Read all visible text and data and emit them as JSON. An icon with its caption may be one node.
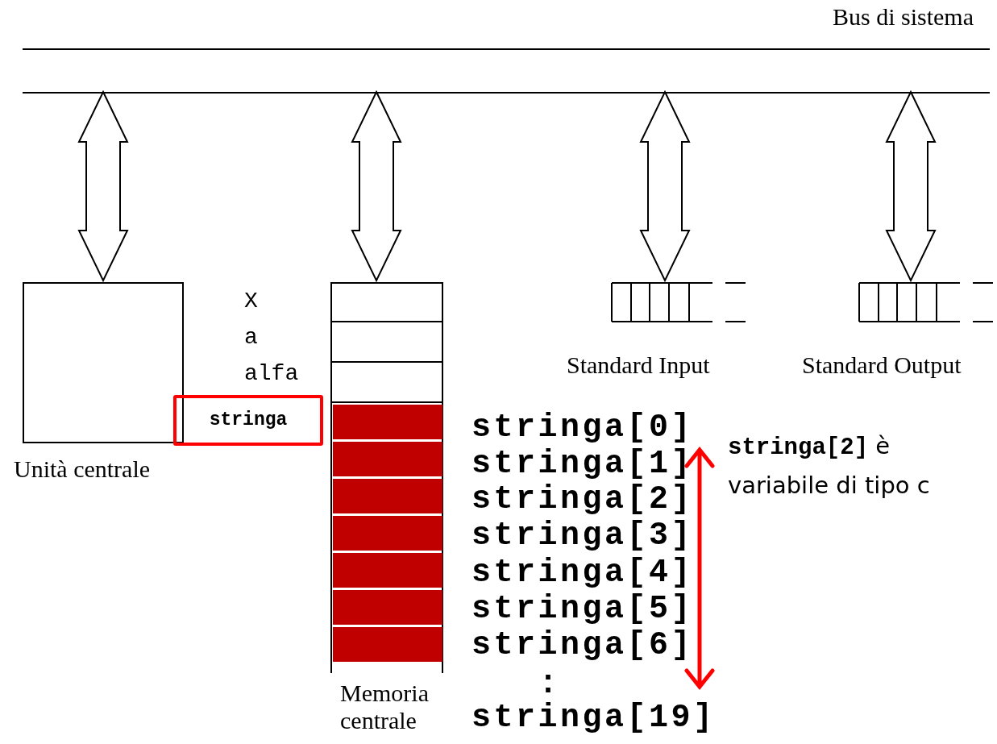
{
  "diagram": {
    "nodes": [
      {
        "text": [
          "Bus di sistema"
        ]
      },
      {
        "text": [
          "Unità centrale"
        ]
      },
      {
        "text": [
          "Memoria centrale"
        ]
      },
      {
        "text": [
          "Standard Input"
        ]
      },
      {
        "text": [
          "Standard Output"
        ]
      },
      {
        "text": [
          "stringa"
        ]
      }
    ],
    "edges": [
      {
        "from": 0,
        "to": 1,
        "arrow": "both"
      },
      {
        "from": 0,
        "to": 2,
        "arrow": "both"
      },
      {
        "from": 0,
        "to": 3,
        "arrow": "both"
      },
      {
        "from": 0,
        "to": 4,
        "arrow": "both"
      }
    ],
    "labels": [
      "X",
      "a",
      "alfa",
      "stringa[0]",
      "stringa[1]",
      "stringa[2]",
      "stringa[3]",
      "stringa[4]",
      "stringa[5]",
      "stringa[6]",
      ":",
      "stringa[19]",
      "**stringa[2]** è variabile di tipo c"
    ]
  }
}
